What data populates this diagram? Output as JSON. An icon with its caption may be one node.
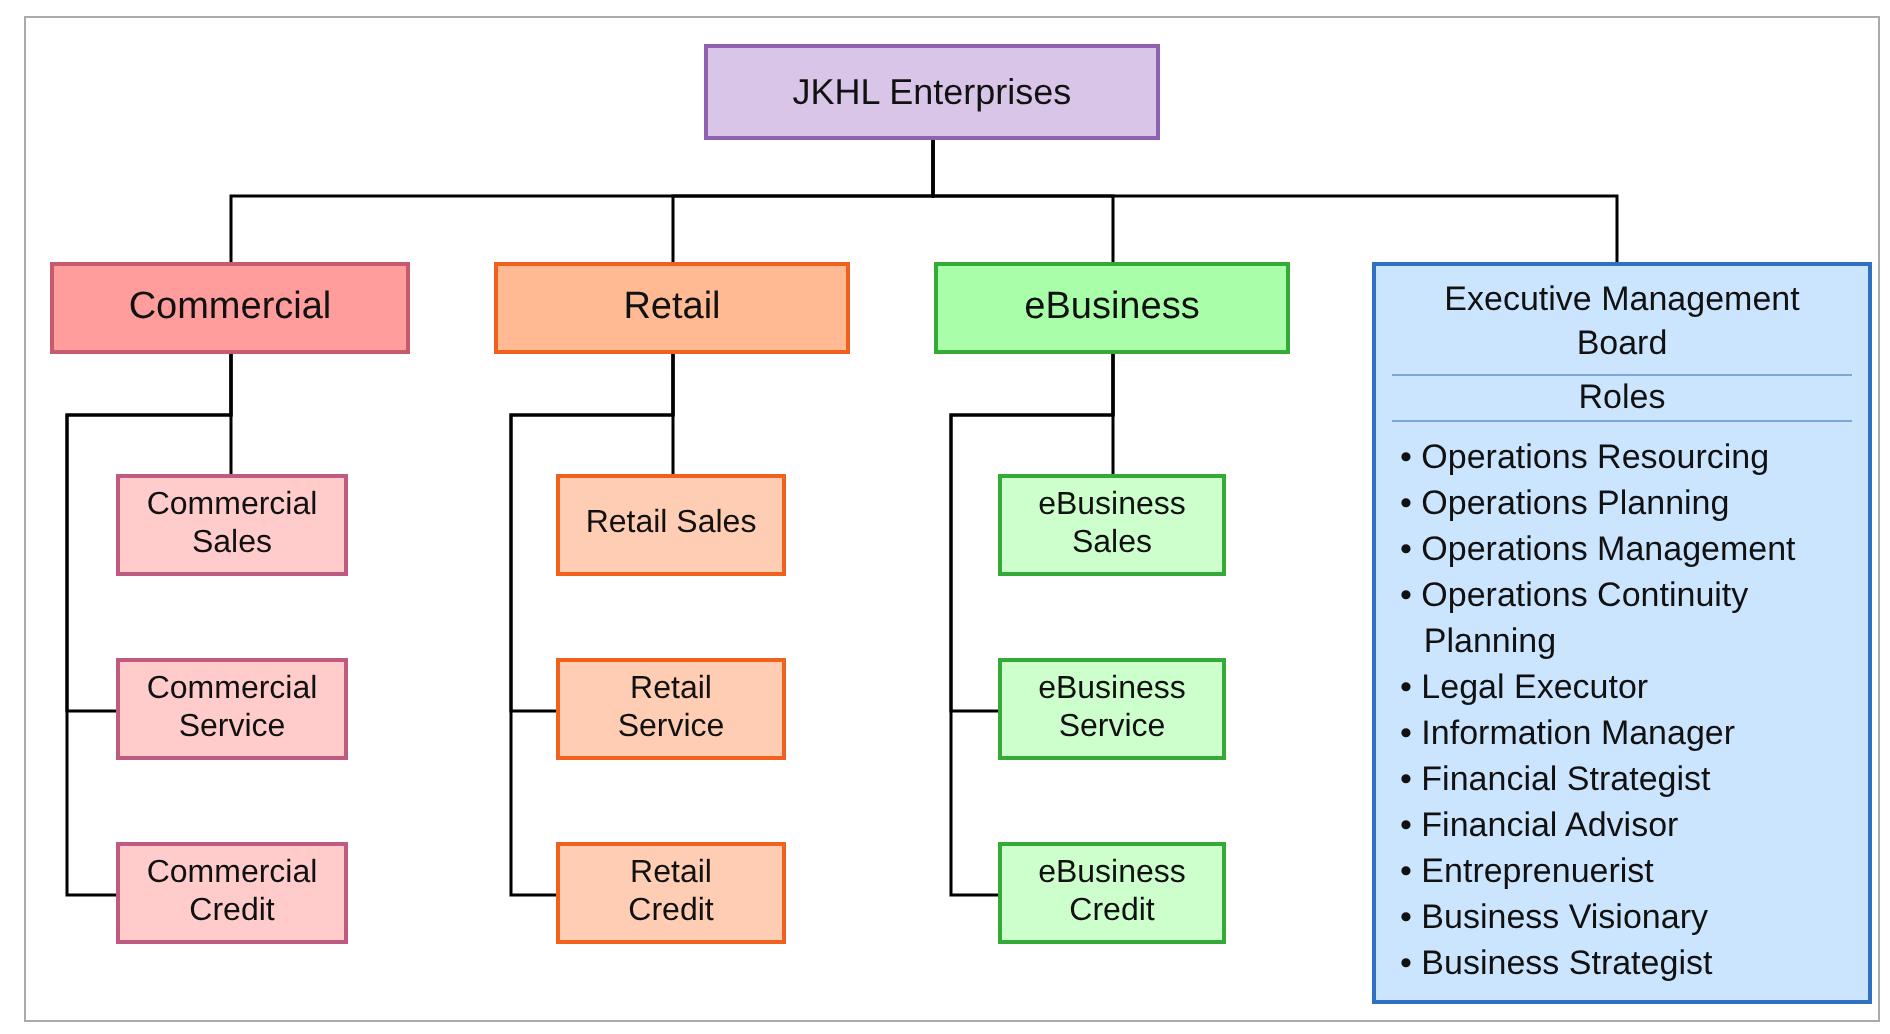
{
  "diagram": {
    "nodes": [
      {
        "text": [
          "JKHL Enterprises"
        ]
      },
      {
        "text": [
          "Commercial"
        ]
      },
      {
        "text": [
          "Retail"
        ]
      },
      {
        "text": [
          "eBusiness"
        ]
      },
      {
        "text": [
          "Executive Management Board",
          "Roles",
          "• Operations Resourcing",
          "• Operations Planning",
          "• Operations Management",
          "• Operations Continuity Planning",
          "• Legal Executor",
          "• Information Manager",
          "• Financial Strategist",
          "• Financial Advisor",
          "• Entreprenuerist",
          "• Business Visionary",
          "• Business Strategist"
        ]
      },
      {
        "text": [
          "Commercial Sales"
        ]
      },
      {
        "text": [
          "Commercial Service"
        ]
      },
      {
        "text": [
          "Commercial Credit"
        ]
      },
      {
        "text": [
          "Retail Sales"
        ]
      },
      {
        "text": [
          "Retail Service"
        ]
      },
      {
        "text": [
          "Retail Credit"
        ]
      },
      {
        "text": [
          "eBusiness Sales"
        ]
      },
      {
        "text": [
          "eBusiness Service"
        ]
      },
      {
        "text": [
          "eBusiness Credit"
        ]
      }
    ],
    "edges": [
      {
        "from": 0,
        "to": 1,
        "arrow": "none"
      },
      {
        "from": 0,
        "to": 2,
        "arrow": "none"
      },
      {
        "from": 0,
        "to": 3,
        "arrow": "none"
      },
      {
        "from": 0,
        "to": 4,
        "arrow": "none"
      },
      {
        "from": 1,
        "to": 5,
        "arrow": "none"
      },
      {
        "from": 1,
        "to": 6,
        "arrow": "none"
      },
      {
        "from": 1,
        "to": 7,
        "arrow": "none"
      },
      {
        "from": 2,
        "to": 8,
        "arrow": "none"
      },
      {
        "from": 2,
        "to": 9,
        "arrow": "none"
      },
      {
        "from": 2,
        "to": 10,
        "arrow": "none"
      },
      {
        "from": 3,
        "to": 11,
        "arrow": "none"
      },
      {
        "from": 3,
        "to": 12,
        "arrow": "none"
      },
      {
        "from": 3,
        "to": 13,
        "arrow": "none"
      }
    ]
  }
}
